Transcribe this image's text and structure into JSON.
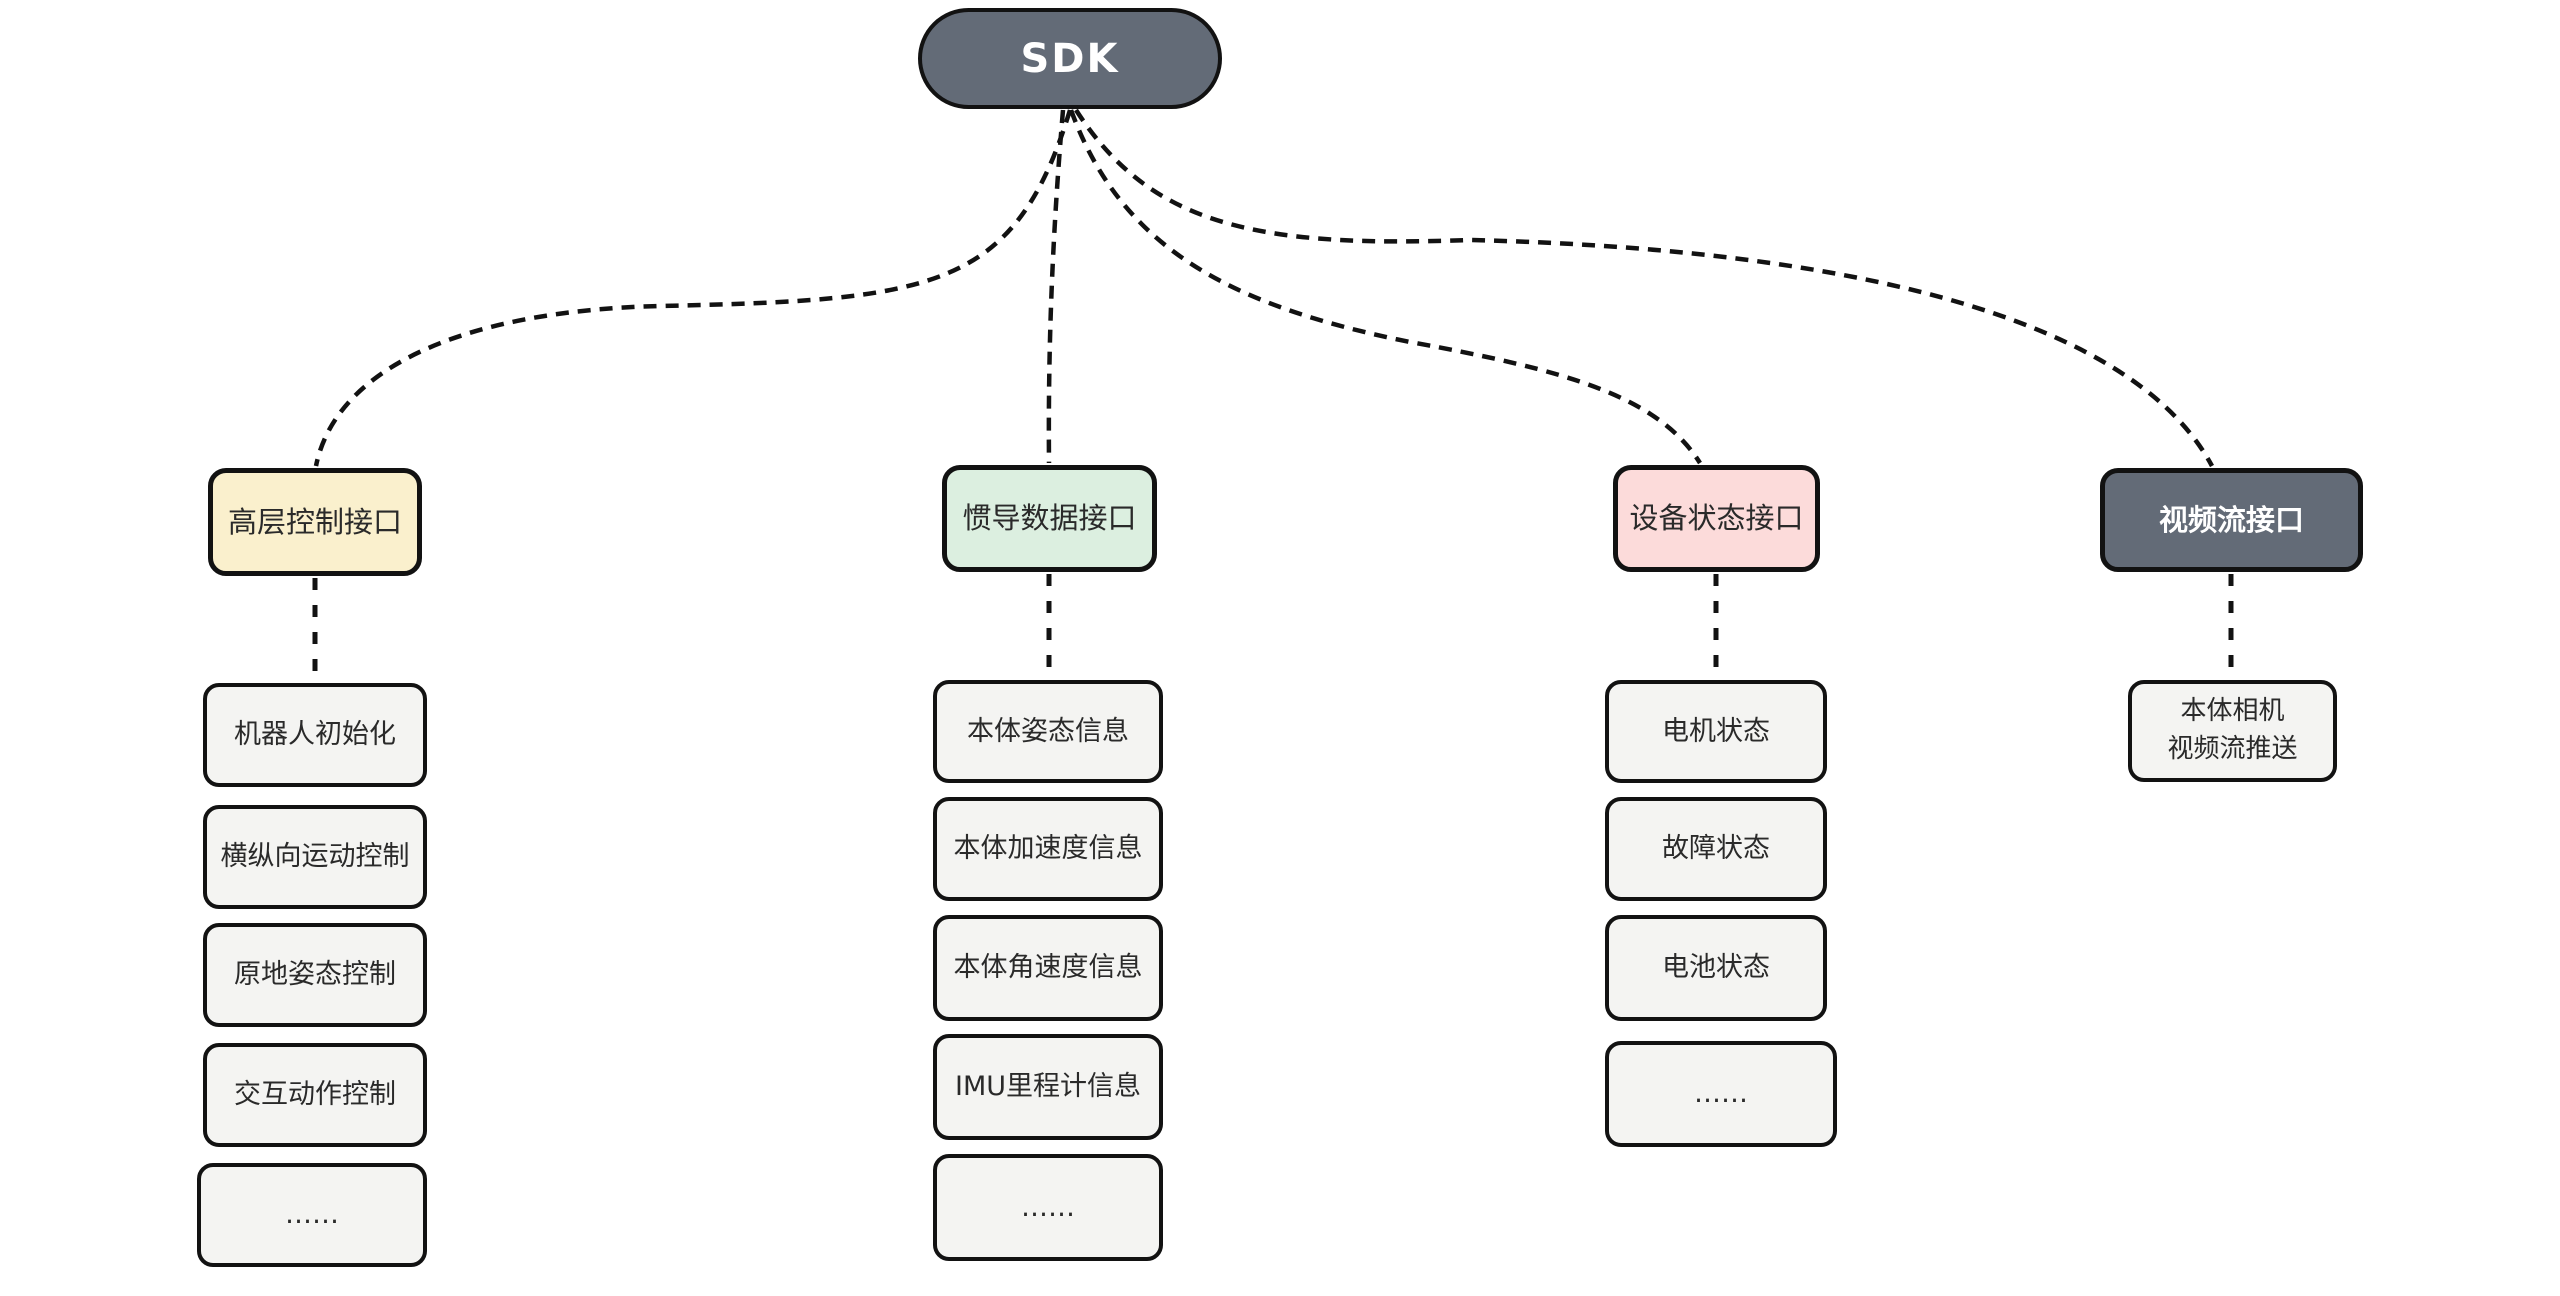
{
  "root": {
    "label": "SDK"
  },
  "columns": [
    {
      "header": "高层控制接口",
      "items": [
        "机器人初始化",
        "横纵向运动控制",
        "原地姿态控制",
        "交互动作控制",
        "……"
      ]
    },
    {
      "header": "惯导数据接口",
      "items": [
        "本体姿态信息",
        "本体加速度信息",
        "本体角速度信息",
        "IMU里程计信息",
        "……"
      ]
    },
    {
      "header": "设备状态接口",
      "items": [
        "电机状态",
        "故障状态",
        "电池状态",
        "……"
      ]
    },
    {
      "header": "视频流接口",
      "items": [
        "本体相机\n视频流推送"
      ]
    }
  ],
  "colors": {
    "background": "#ffffff",
    "line": "#121212",
    "node_border": "#121212",
    "root_bg": "#636b77",
    "root_text": "#ffffff",
    "header_high_level_bg": "#faf0cd",
    "header_imu_bg": "#dcefe0",
    "header_device_status_bg": "#fcdbda",
    "header_video_stream_bg": "#636b77",
    "header_video_stream_text": "#ffffff",
    "item_bg": "#f4f4f2",
    "item_text": "#2a2a2a"
  }
}
